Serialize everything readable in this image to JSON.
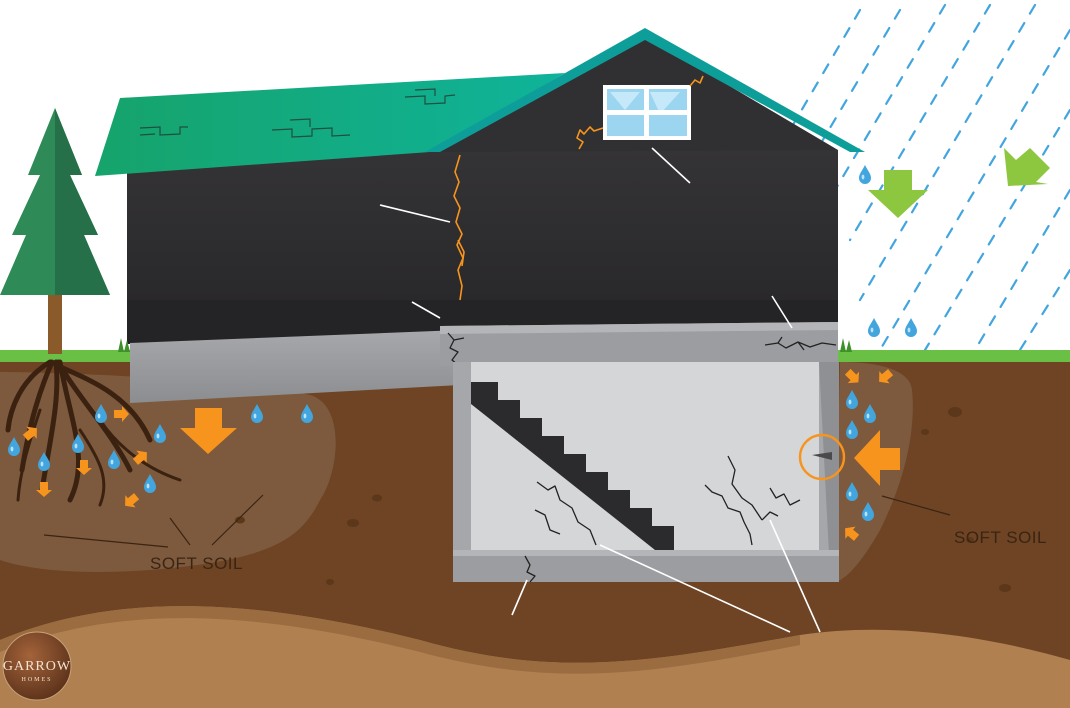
{
  "labels": {
    "soft_soil_left": "SOFT SOIL",
    "soft_soil_right": "SOFT SOIL"
  },
  "logo": {
    "name": "GARROW",
    "tagline": "HOMES"
  },
  "colors": {
    "sky": "#ffffff",
    "grass": "#6abf45",
    "soil": "#6e4424",
    "soft_soil": "#7d5a3e",
    "deep_soil": "#b08050",
    "house_wall": "#2b2a2c",
    "roof": "#12a98a",
    "roof_trim": "#0e9e9a",
    "foundation": "#9a9b9e",
    "basement_wall": "#d5d6d8",
    "crack_wall": "#f7941d",
    "arrow_orange": "#f7941d",
    "arrow_green": "#8dc63f",
    "water": "#42a5de",
    "rain": "#42a5de",
    "tree": "#2e8b57"
  },
  "icons": [
    "tree-icon",
    "water-drop-icon",
    "pressure-arrow-icon",
    "rain-arrow-icon",
    "window-icon"
  ]
}
